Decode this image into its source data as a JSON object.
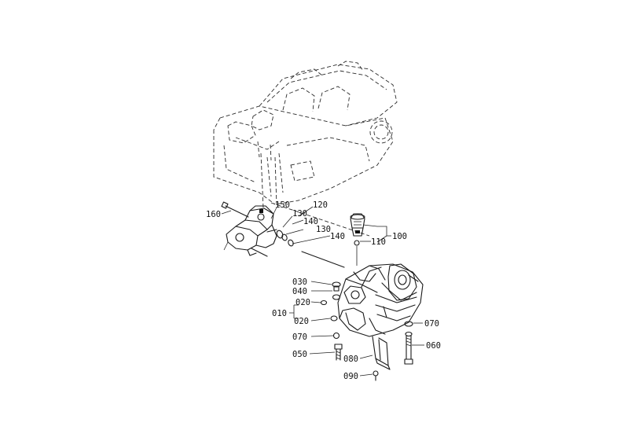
{
  "parts": [
    {
      "id": "010"
    },
    {
      "id": "020a",
      "label": "020"
    },
    {
      "id": "020b",
      "label": "020"
    },
    {
      "id": "030",
      "label": "030"
    },
    {
      "id": "040",
      "label": "040"
    },
    {
      "id": "050",
      "label": "050"
    },
    {
      "id": "060",
      "label": "060"
    },
    {
      "id": "070a",
      "label": "070"
    },
    {
      "id": "070b",
      "label": "070"
    },
    {
      "id": "080",
      "label": "080"
    },
    {
      "id": "090",
      "label": "090"
    },
    {
      "id": "100",
      "label": "100"
    },
    {
      "id": "110",
      "label": "110"
    },
    {
      "id": "120",
      "label": "120"
    },
    {
      "id": "130a",
      "label": "130"
    },
    {
      "id": "130b",
      "label": "130"
    },
    {
      "id": "140a",
      "label": "140"
    },
    {
      "id": "140b",
      "label": "140"
    },
    {
      "id": "150",
      "label": "150"
    },
    {
      "id": "160",
      "label": "160"
    }
  ],
  "labels": {
    "p010": "010",
    "p020a": "020",
    "p020b": "020",
    "p030": "030",
    "p040": "040",
    "p050": "050",
    "p060": "060",
    "p070a": "070",
    "p070b": "070",
    "p080": "080",
    "p090": "090",
    "p100": "100",
    "p110": "110",
    "p120": "120",
    "p130a": "130",
    "p130b": "130",
    "p140a": "140",
    "p140b": "140",
    "p150": "150",
    "p160": "160"
  }
}
